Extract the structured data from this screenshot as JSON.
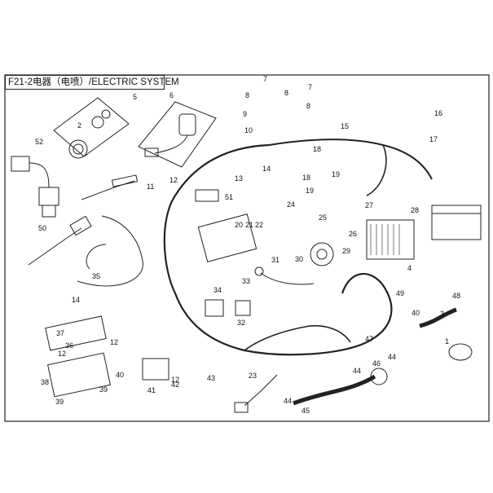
{
  "title": "F21-2电器（电喷）/ELECTRIC SYSTEM",
  "callouts": [
    "1",
    "2",
    "3",
    "4",
    "5",
    "6",
    "7",
    "7",
    "8",
    "8",
    "8",
    "9",
    "10",
    "11",
    "12",
    "12",
    "12",
    "12",
    "13",
    "14",
    "14",
    "15",
    "16",
    "17",
    "18",
    "18",
    "19",
    "19",
    "20",
    "21",
    "22",
    "23",
    "24",
    "25",
    "26",
    "27",
    "28",
    "29",
    "30",
    "31",
    "32",
    "33",
    "34",
    "35",
    "36",
    "37",
    "38",
    "39",
    "39",
    "40",
    "40",
    "41",
    "42",
    "43",
    "44",
    "44",
    "44",
    "45",
    "46",
    "47",
    "48",
    "49",
    "50",
    "51",
    "52"
  ],
  "colors": {
    "line": "#222222",
    "background": "#ffffff"
  }
}
